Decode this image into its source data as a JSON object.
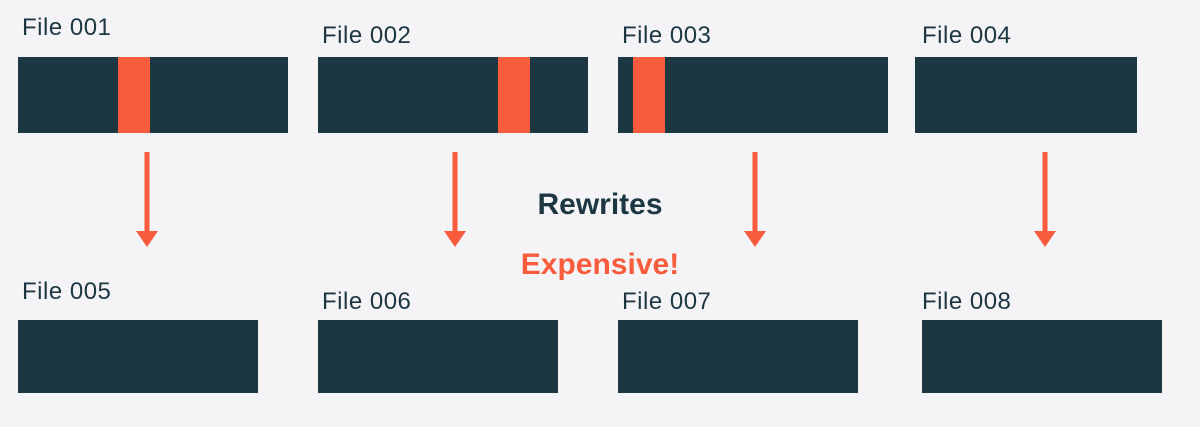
{
  "diagram": {
    "center": {
      "title": "Rewrites",
      "subtitle": "Expensive!"
    },
    "colors": {
      "background": "#F4F4F6",
      "bar": "#1C3642",
      "accent": "#F85C3C",
      "text_dark": "#1C3642"
    },
    "top_files": [
      {
        "label": "File 001",
        "highlight": {
          "left_pct": 37,
          "width_pct": 12
        }
      },
      {
        "label": "File 002",
        "highlight": {
          "left_pct": 66.5,
          "width_pct": 12
        }
      },
      {
        "label": "File 003",
        "highlight": {
          "left_pct": 5.5,
          "width_pct": 12
        }
      },
      {
        "label": "File 004",
        "highlight": null
      }
    ],
    "bottom_files": [
      {
        "label": "File 005"
      },
      {
        "label": "File 006"
      },
      {
        "label": "File 007"
      },
      {
        "label": "File 008"
      }
    ],
    "icons": {
      "arrow": "arrow-down-icon"
    }
  }
}
